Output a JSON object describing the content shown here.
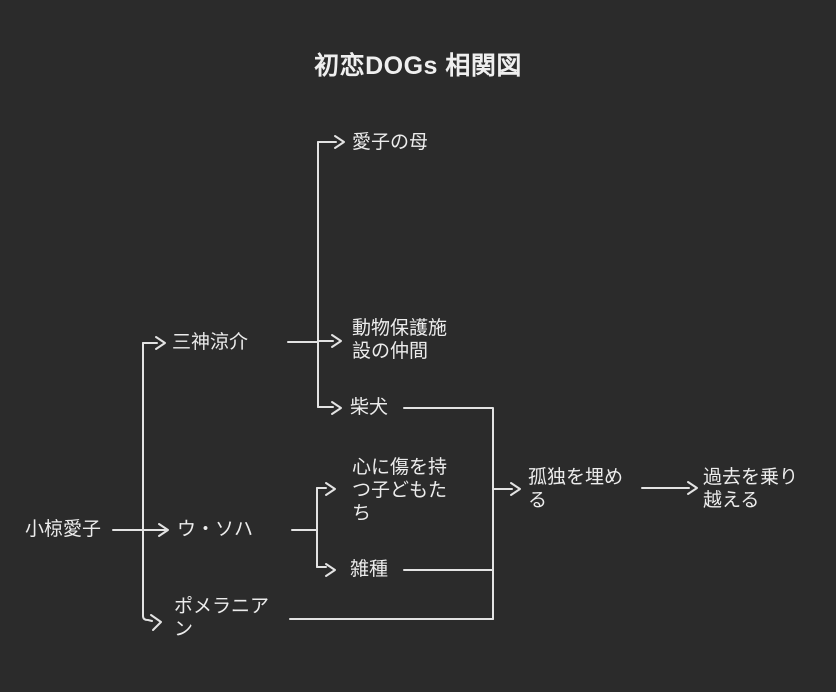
{
  "diagram": {
    "title": "初恋DOGs 相関図",
    "colors": {
      "background": "#2b2b2b",
      "line": "#e3e3e3",
      "text": "#ececec"
    },
    "nodes": {
      "ogura_aiko": {
        "label": "小椋愛子"
      },
      "mikami_ryosuke": {
        "label": "三神涼介"
      },
      "u_soha": {
        "label": "ウ・ソハ"
      },
      "pomeranian": {
        "label": "ポメラニアン"
      },
      "aiko_mother": {
        "label": "愛子の母"
      },
      "shelter_friends": {
        "label": "動物保護施設の仲間"
      },
      "shiba_inu": {
        "label": "柴犬"
      },
      "wounded_children": {
        "label": "心に傷を持つ子どもたち"
      },
      "mixed_breed": {
        "label": "雑種"
      },
      "fill_loneliness": {
        "label": "孤独を埋める"
      },
      "overcome_past": {
        "label": "過去を乗り越える"
      }
    },
    "edges": [
      {
        "from": "小椋愛子",
        "to": "三神涼介"
      },
      {
        "from": "小椋愛子",
        "to": "ウ・ソハ"
      },
      {
        "from": "小椋愛子",
        "to": "ポメラニアン"
      },
      {
        "from": "三神涼介",
        "to": "愛子の母"
      },
      {
        "from": "三神涼介",
        "to": "動物保護施設の仲間"
      },
      {
        "from": "三神涼介",
        "to": "柴犬"
      },
      {
        "from": "ウ・ソハ",
        "to": "心に傷を持つ子どもたち"
      },
      {
        "from": "ウ・ソハ",
        "to": "雑種"
      },
      {
        "from": "柴犬",
        "to": "孤独を埋める"
      },
      {
        "from": "雑種",
        "to": "孤独を埋める"
      },
      {
        "from": "ポメラニアン",
        "to": "孤独を埋める"
      },
      {
        "from": "孤独を埋める",
        "to": "過去を乗り越える"
      }
    ]
  }
}
